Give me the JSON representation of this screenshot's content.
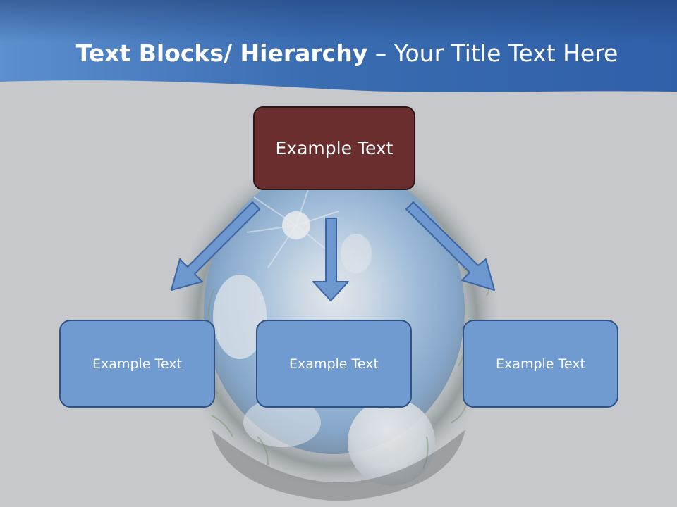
{
  "slide": {
    "title_bold": "Text Blocks/ Hierarchy",
    "title_rest": " – Your Title Text Here"
  },
  "hierarchy": {
    "top": {
      "label": "Example Text"
    },
    "children": [
      {
        "label": "Example Text"
      },
      {
        "label": "Example Text"
      },
      {
        "label": "Example Text"
      }
    ]
  },
  "colors": {
    "header_blue": "#3b6fb3",
    "top_box": "#6b2e2e",
    "child_box": "#6f9bd1",
    "arrow_fill": "#6c97cf",
    "background": "#c6c8cc"
  }
}
